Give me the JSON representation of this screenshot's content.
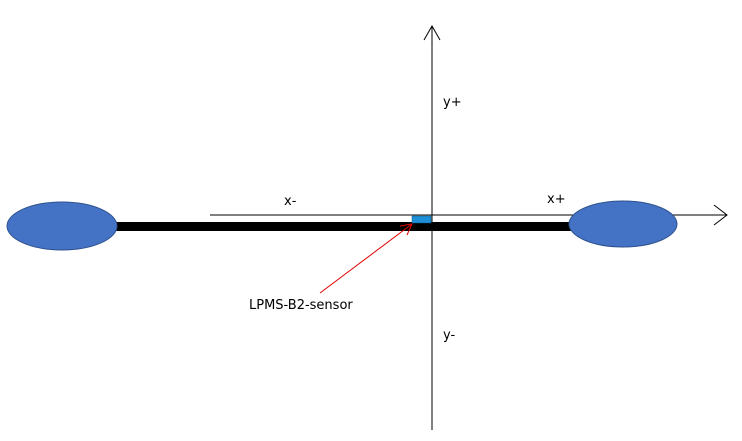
{
  "labels": {
    "y_plus": "y+",
    "y_minus": "y-",
    "x_minus": "x-",
    "x_plus": "x+",
    "sensor": "LPMS-B2-sensor"
  },
  "colors": {
    "ellipse_fill": "#4472c4",
    "ellipse_stroke": "#2f528f",
    "rod": "#000000",
    "sensor_fill": "#1e90d8",
    "pointer_arrow": "#e00000",
    "axis": "#000000"
  }
}
